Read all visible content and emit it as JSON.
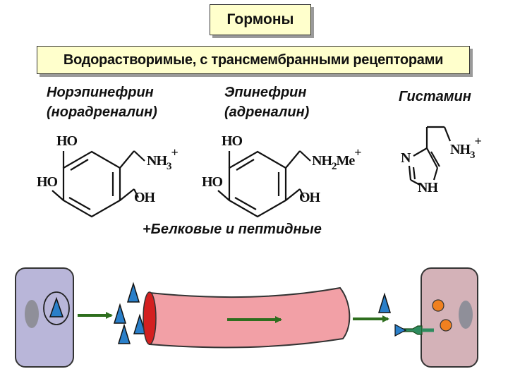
{
  "title": "Гормоны",
  "subtitle": "Водорастворимые, с трансмембранными рецепторами",
  "compounds": {
    "norepinephrine": {
      "name": "Норэпинефрин",
      "alt": "(норадреналин)"
    },
    "epinephrine": {
      "name": "Эпинефрин",
      "alt": "(адреналин)"
    },
    "histamine": {
      "name": "Гистамин"
    }
  },
  "atoms": {
    "ho": "HO",
    "oh": "OH",
    "nh": "NH",
    "n": "N",
    "plus": "+",
    "me": "Me",
    "sub2": "2",
    "sub3": "3"
  },
  "protein_note": "+Белковые и пептидные",
  "colors": {
    "box_fill": "#ffffcc",
    "cell_left": "#b9b6d9",
    "cell_right": "#d4b2b8",
    "vessel": "#f2a0a6",
    "vessel_end": "#d42020",
    "hormone_triangle": "#2a7fc9",
    "arrow": "#2e6e1e",
    "granule": "#f08020"
  }
}
